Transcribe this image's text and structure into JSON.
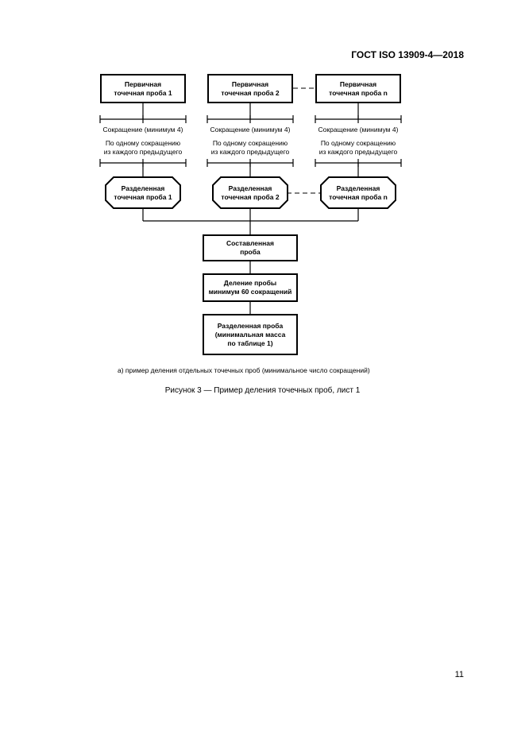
{
  "header": {
    "standard": "ГОСТ ISO 13909-4—2018"
  },
  "diagram": {
    "columns": [
      {
        "primary": [
          "Первичная",
          "точечная проба 1"
        ],
        "reduction": "Сокращение (минимум 4)",
        "per_each": [
          "По одному сокращению",
          "из каждого предыдущего"
        ],
        "divided": [
          "Разделенная",
          "точечная проба 1"
        ]
      },
      {
        "primary": [
          "Первичная",
          "точечная проба 2"
        ],
        "reduction": "Сокращение (минимум 4)",
        "per_each": [
          "По одному сокращению",
          "из каждого предыдущего"
        ],
        "divided": [
          "Разделенная",
          "точечная проба 2"
        ]
      },
      {
        "primary": [
          "Первичная",
          "точечная проба n"
        ],
        "reduction": "Сокращение (минимум 4)",
        "per_each": [
          "По одному сокращению",
          "из каждого предыдущего"
        ],
        "divided": [
          "Разделенная",
          "точечная проба n"
        ]
      }
    ],
    "composed": [
      "Составленная",
      "проба"
    ],
    "division": [
      "Деление пробы",
      "минимум 60 сокращений"
    ],
    "final": [
      "Разделенная проба",
      "(минимальная масса",
      "по таблице 1)"
    ]
  },
  "note": "а) пример деления отдельных точечных проб (минимальное число сокращений)",
  "caption": "Рисунок 3 — Пример деления точечных проб, лист 1",
  "page_number": "11"
}
